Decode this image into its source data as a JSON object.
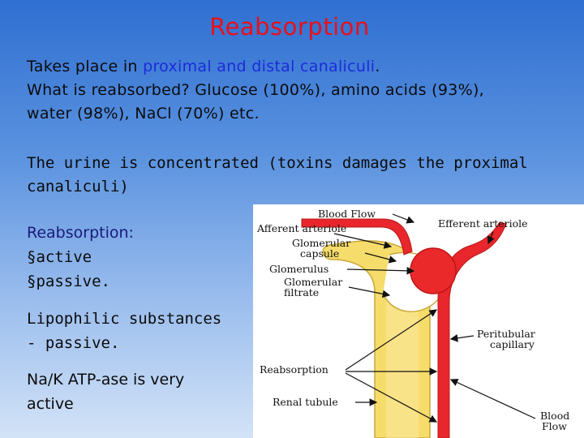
{
  "title": "Reabsorption",
  "intro": {
    "line1_prefix": "Takes place in ",
    "line1_highlight": "proximal and distal canaliculi",
    "line1_suffix": ".",
    "line2": "What is reabsorbed? Glucose (100%), amino acids (93%),",
    "line3": "water (98%), NaCl (70%) etc."
  },
  "concentration": {
    "line1": "The urine is concentrated (toxins damages the proximal",
    "line2": "canaliculi)"
  },
  "reabsorption_types": {
    "heading": "Reabsorption:",
    "items": [
      "active",
      "passive."
    ],
    "bullet_glyph": "§"
  },
  "lipophilic": {
    "line1": "Lipophilic substances",
    "line2": "- passive."
  },
  "nak": {
    "line1": "Na/K ATP-ase is very",
    "line2": "active"
  },
  "diagram": {
    "labels": {
      "blood_flow_top": "Blood Flow",
      "afferent": "Afferent arteriole",
      "efferent": "Efferent arteriole",
      "glomerular_capsule_1": "Glomerular",
      "glomerular_capsule_2": "capsule",
      "glomerulus": "Glomerulus",
      "glomerular_filtrate_1": "Glomerular",
      "glomerular_filtrate_2": "filtrate",
      "peritubular_1": "Peritubular",
      "peritubular_2": "capillary",
      "reabsorption": "Reabsorption",
      "renal_tubule": "Renal tubule",
      "blood_flow_bottom_1": "Blood",
      "blood_flow_bottom_2": "Flow"
    },
    "colors": {
      "tubule": "#f6dc6a",
      "tubule_outline": "#c9a93a",
      "vessel": "#e8262b",
      "glomerulus": "#ea2a2a",
      "capsule_inner": "#ffffff"
    }
  }
}
